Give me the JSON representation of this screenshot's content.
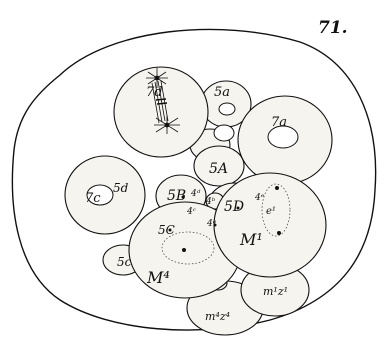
{
  "figure_number": "71.",
  "labels": {
    "l_7d": "7d",
    "l_5a": "5a",
    "l_7a": "7a",
    "l_5d": "5d",
    "l_5A": "5A",
    "l_5B": "5B",
    "l_5D": "5D",
    "l_7c": "7c",
    "l_5C": "5C",
    "l_5c": "5c",
    "l_M4": "M⁴",
    "l_M1": "M¹",
    "l_e1": "e¹",
    "l_m4z4": "m⁴z⁴",
    "l_m1z1": "m¹z¹",
    "l_4d": "4ᵈ",
    "l_4c": "4ᶜ",
    "l_4b": "4ᵇ",
    "l_4a": "4ᵃ",
    "l_4e": "4ᵉ"
  }
}
